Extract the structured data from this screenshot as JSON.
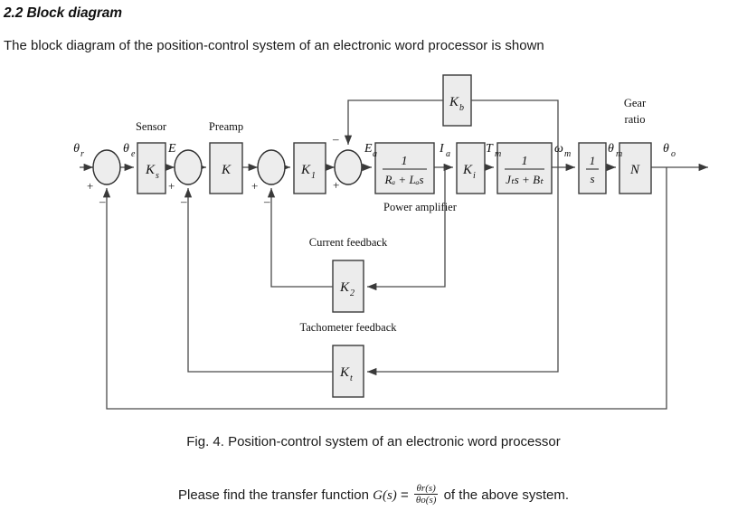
{
  "section": {
    "title": "2.2 Block diagram",
    "intro": "The block diagram of the position-control system of an electronic word processor is shown"
  },
  "figure": {
    "caption": "Fig. 4. Position-control system of an electronic word processor",
    "blocks": {
      "sensor": "K",
      "sensor_sub": "s",
      "preamp": "K",
      "k1": "K",
      "k1_sub": "1",
      "power_amp_num": "1",
      "power_amp_den": "Rₐ + Lₐs",
      "ki": "K",
      "ki_sub": "i",
      "inertia_num": "1",
      "inertia_den": "Jₜs + Bₜ",
      "integrator_num": "1",
      "integrator_den": "s",
      "gear": "N",
      "kb": "K",
      "kb_sub": "b",
      "k2": "K",
      "k2_sub": "2",
      "kt": "K",
      "kt_sub": "t"
    },
    "captions": {
      "sensor": "Sensor",
      "preamp": "Preamp",
      "power_amplifier": "Power amplifier",
      "current_feedback": "Current feedback",
      "tachometer_feedback": "Tachometer feedback",
      "gear_ratio_line1": "Gear",
      "gear_ratio_line2": "ratio"
    },
    "signals": {
      "theta_r": "θ",
      "theta_r_sub": "r",
      "theta_e": "θ",
      "theta_e_sub": "e",
      "error_E": "E",
      "Ea": "E",
      "Ea_sub": "a",
      "Ia": "I",
      "Ia_sub": "a",
      "Tm": "T",
      "Tm_sub": "m",
      "omega_m": "ω",
      "omega_m_sub": "m",
      "theta_m": "θ",
      "theta_m_sub": "m",
      "theta_o": "θ",
      "theta_o_sub": "o"
    },
    "signs": {
      "plus": "+",
      "minus": "–"
    }
  },
  "question": {
    "lead": "Please find the transfer function",
    "G": "G(s)",
    "equals": "=",
    "numerator": "θr(s)",
    "denominator": "θo(s)",
    "tail": "of the above system."
  },
  "colors": {
    "block_fill": "#ececec",
    "block_stroke": "#3a3a3a",
    "line": "#4a4a4a",
    "text": "#1a1a1a"
  }
}
